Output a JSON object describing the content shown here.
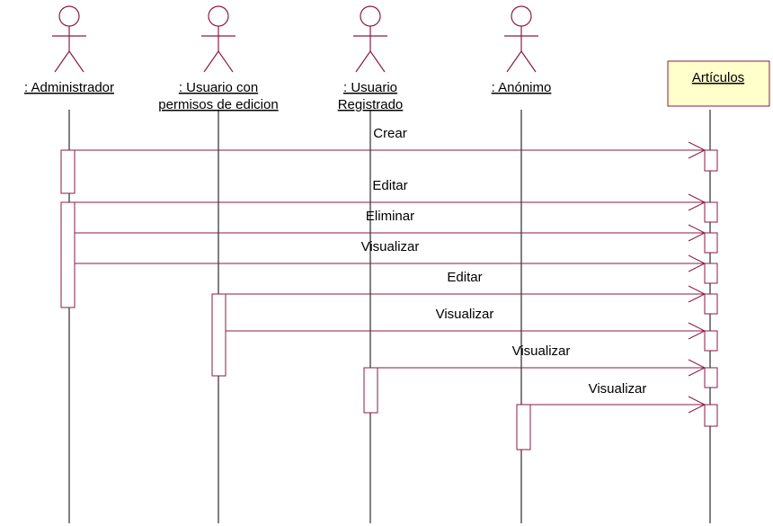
{
  "colors": {
    "line": "#8b1a4a",
    "object_fill": "#ffffcc",
    "text": "#000000"
  },
  "actors": [
    {
      "id": "admin",
      "lines": [
        ": Administrador"
      ]
    },
    {
      "id": "editor",
      "lines": [
        ": Usuario con",
        "permisos de edicion"
      ]
    },
    {
      "id": "registrado",
      "lines": [
        ": Usuario",
        "Registrado"
      ]
    },
    {
      "id": "anonimo",
      "lines": [
        ": Anónimo"
      ]
    }
  ],
  "object": {
    "id": "articulos",
    "label": "Artículos"
  },
  "messages": [
    {
      "from": "admin",
      "to": "articulos",
      "label": "Crear"
    },
    {
      "from": "admin",
      "to": "articulos",
      "label": "Editar"
    },
    {
      "from": "admin",
      "to": "articulos",
      "label": "Eliminar"
    },
    {
      "from": "admin",
      "to": "articulos",
      "label": "Visualizar"
    },
    {
      "from": "editor",
      "to": "articulos",
      "label": "Editar"
    },
    {
      "from": "editor",
      "to": "articulos",
      "label": "Visualizar"
    },
    {
      "from": "registrado",
      "to": "articulos",
      "label": "Visualizar"
    },
    {
      "from": "anonimo",
      "to": "articulos",
      "label": "Visualizar"
    }
  ]
}
